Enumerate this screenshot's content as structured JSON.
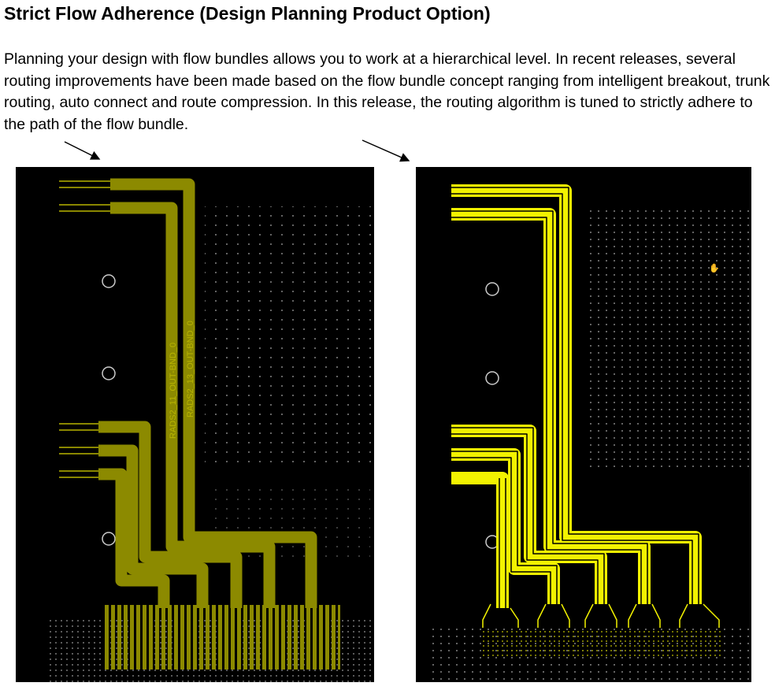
{
  "title": "Strict Flow Adherence (Design Planning Product Option)",
  "body": "Planning your design with flow bundles allows you to work at a hierarchical level. In recent releases, several routing improvements have been made based on the flow bundle concept ranging from intelligent breakout, trunk routing, auto connect and route compression. In this release, the routing algorithm is tuned to strictly adhere to the path of the flow bundle.",
  "left_image": {
    "labels": [
      "RADS2_11_OUT-BND_0",
      "RADS2_13_OUT-BND_0"
    ]
  },
  "colors": {
    "bundle": "#8c8a00",
    "route": "#f2f200",
    "board": "#000000"
  }
}
